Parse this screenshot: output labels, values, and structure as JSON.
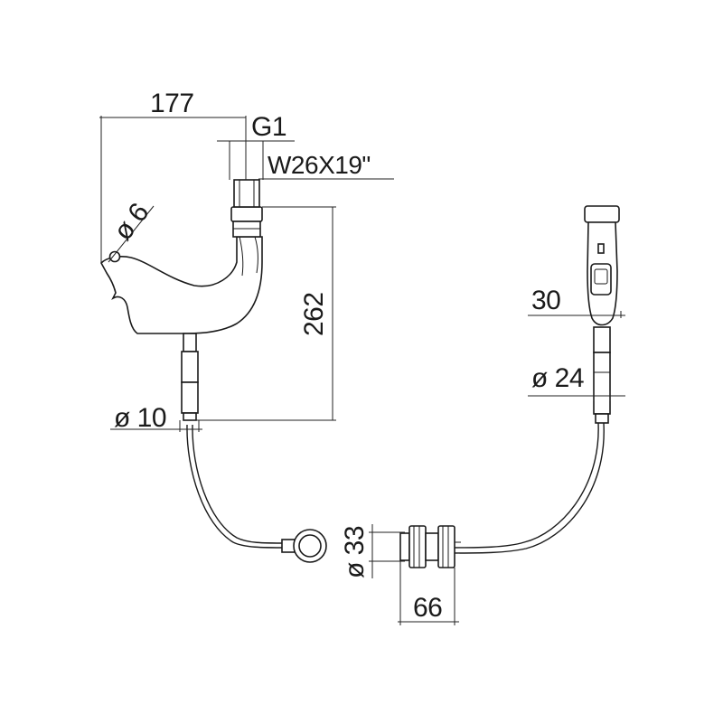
{
  "dimensions": {
    "width_177": "177",
    "thread_g1": "G1",
    "thread_w": "W26X19\"",
    "bore_6": "ø 6",
    "height_262": "262",
    "dia_10": "ø 10",
    "handle_30": "30",
    "dia_24": "ø 24",
    "dia_33": "ø 33",
    "length_66": "66"
  }
}
